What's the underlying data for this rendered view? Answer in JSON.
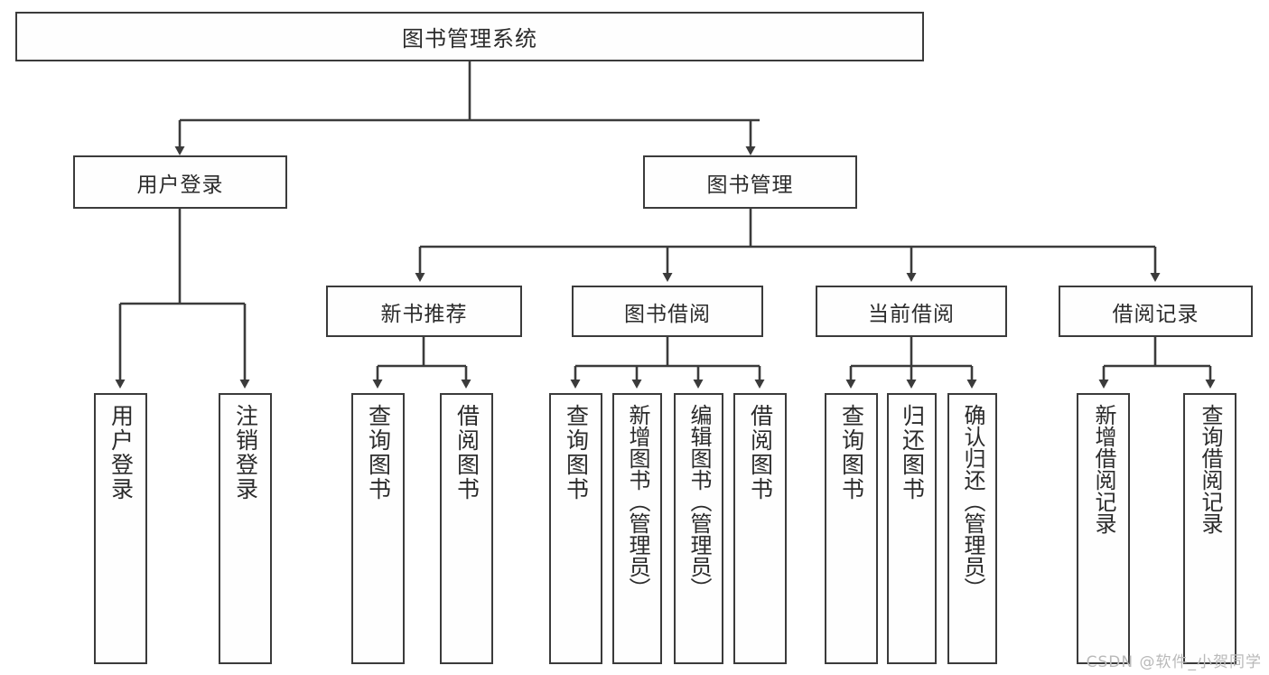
{
  "diagram": {
    "title": "图书管理系统",
    "type": "hierarchy-tree",
    "watermark": "CSDN @软件_小贺同学",
    "colors": {
      "border": "#3b3b3b",
      "box_fill": "#fefefe",
      "text": "#2b2b2b",
      "edge": "#3b3b3b",
      "watermark": "#b9b9b9",
      "background": "#ffffff"
    },
    "root": {
      "label": "图书管理系统"
    },
    "level1": [
      {
        "label": "用户登录"
      },
      {
        "label": "图书管理"
      }
    ],
    "level2": [
      {
        "label": "新书推荐"
      },
      {
        "label": "图书借阅"
      },
      {
        "label": "当前借阅"
      },
      {
        "label": "借阅记录"
      }
    ],
    "leaves": {
      "user_login": [
        {
          "label": "用户登录"
        },
        {
          "label": "注销登录"
        }
      ],
      "new_book_recommend": [
        {
          "label": "查询图书"
        },
        {
          "label": "借阅图书"
        }
      ],
      "book_borrow": [
        {
          "label": "查询图书"
        },
        {
          "label": "新增图书（管理员）"
        },
        {
          "label": "编辑图书（管理员）"
        },
        {
          "label": "借阅图书"
        }
      ],
      "current_borrow": [
        {
          "label": "查询图书"
        },
        {
          "label": "归还图书"
        },
        {
          "label": "确认归还（管理员）"
        }
      ],
      "borrow_record": [
        {
          "label": "新增借阅记录"
        },
        {
          "label": "查询借阅记录"
        }
      ]
    }
  }
}
